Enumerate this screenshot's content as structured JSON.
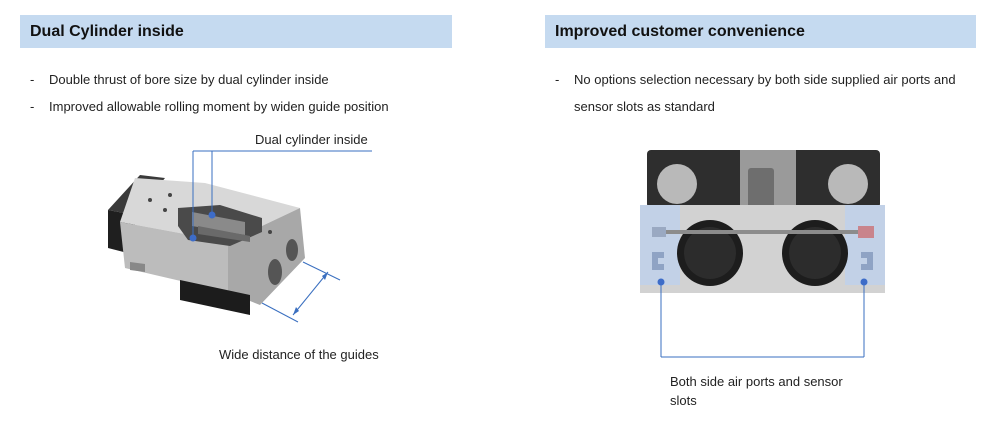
{
  "left": {
    "title": "Dual Cylinder inside",
    "bullets": [
      "Double thrust of bore size by dual cylinder inside",
      "Improved allowable rolling moment by widen guide position"
    ],
    "callout_dual_cylinder": "Dual cylinder inside",
    "callout_wide_distance": "Wide distance of the guides"
  },
  "right": {
    "title": "Improved customer convenience",
    "bullets": [
      "No options selection necessary by both side supplied air ports and sensor slots as standard"
    ],
    "callout_air_ports": "Both side air ports and sensor slots"
  },
  "bullet_marker": "-",
  "colors": {
    "header_bg": "#c5daf0",
    "callout_line": "#3a6fc0",
    "callout_dot": "#3d6cc8",
    "body_metal": "#c9c9c9",
    "dark_part": "#2a2a2a"
  }
}
